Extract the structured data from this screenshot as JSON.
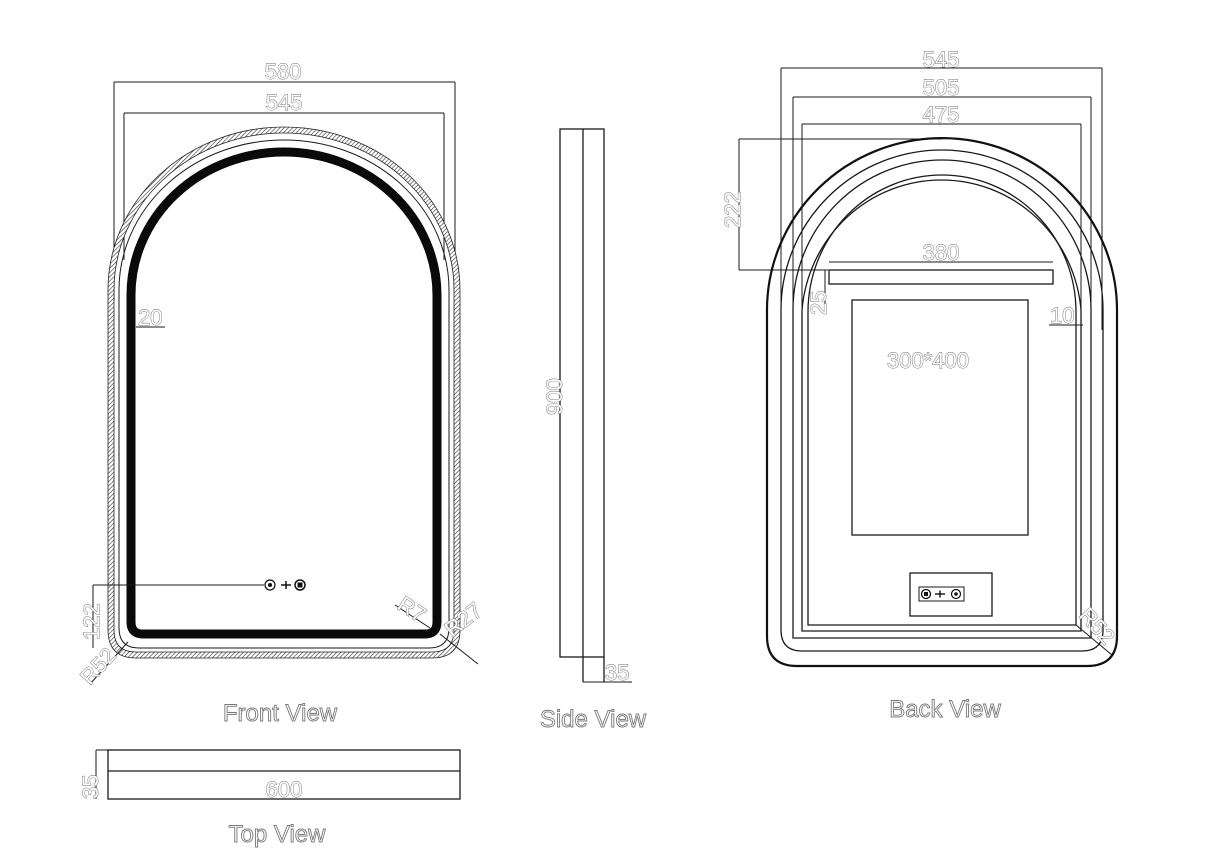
{
  "drawing": {
    "colors": {
      "line": "#1a1a1a",
      "text_outline": "#6a6a6a",
      "background": "#ffffff"
    },
    "views": {
      "front": {
        "label": "Front View",
        "dimensions": {
          "overall_width": "580",
          "glass_width": "545",
          "led_offset": "20",
          "switch_height": "122",
          "outer_radius": "R52",
          "led_corner_radius": "R7",
          "inner_corner_radius": "R27"
        },
        "icons": [
          "sun-brightness-icon",
          "dimmer-arrows-icon",
          "defog-icon"
        ]
      },
      "side": {
        "label": "Side View",
        "dimensions": {
          "height": "900",
          "depth": "35"
        }
      },
      "back": {
        "label": "Back View",
        "dimensions": {
          "overall_width": "545",
          "frame_width": "505",
          "inner_width": "475",
          "arch_height": "222",
          "bracket_width": "380",
          "bracket_offset": "25",
          "edge_offset": "10",
          "panel_size": "300*400",
          "corner_radius": "R52"
        },
        "icons": [
          "defog-icon",
          "dimmer-arrows-icon",
          "sun-brightness-icon"
        ]
      },
      "top": {
        "label": "Top View",
        "dimensions": {
          "width": "600",
          "depth": "35"
        }
      }
    }
  }
}
